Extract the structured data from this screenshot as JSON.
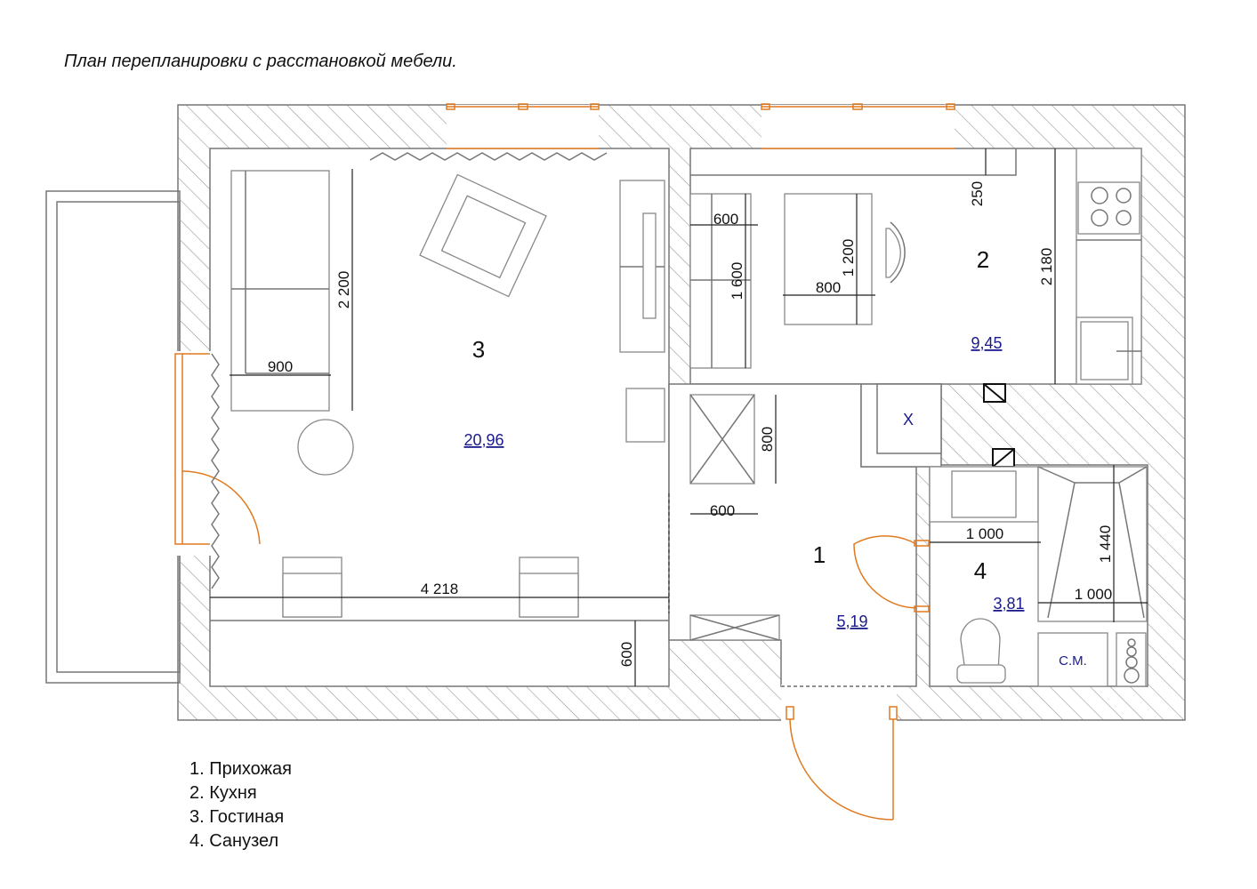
{
  "title": "План перепланировки с расстановкой мебели.",
  "rooms": {
    "r1": {
      "number": "1",
      "area": "5,19"
    },
    "r2": {
      "number": "2",
      "area": "9,45"
    },
    "r3": {
      "number": "3",
      "area": "20,96"
    },
    "r4": {
      "number": "4",
      "area": "3,81"
    }
  },
  "dimensions": {
    "sofa_len": "2 200",
    "sofa_w": "900",
    "wall_len": "4 218",
    "desk_depth": "600",
    "bench_w": "600",
    "bench_len": "1 600",
    "table_w": "800",
    "table_len": "1 200",
    "k_offset": "250",
    "k_len": "2 180",
    "wardrobe_depth": "800",
    "wardrobe_w": "600",
    "bath_w": "1 000",
    "shower_len": "1 440",
    "shower_w": "1 000"
  },
  "labels": {
    "vent": "X",
    "washer": "С.М."
  },
  "legend": [
    "1. Прихожая",
    "2. Кухня",
    "3. Гостиная",
    "4. Санузел"
  ],
  "colors": {
    "wall_hatch": "#999999",
    "window": "#e07a20",
    "area_text": "#1a1a8c"
  }
}
